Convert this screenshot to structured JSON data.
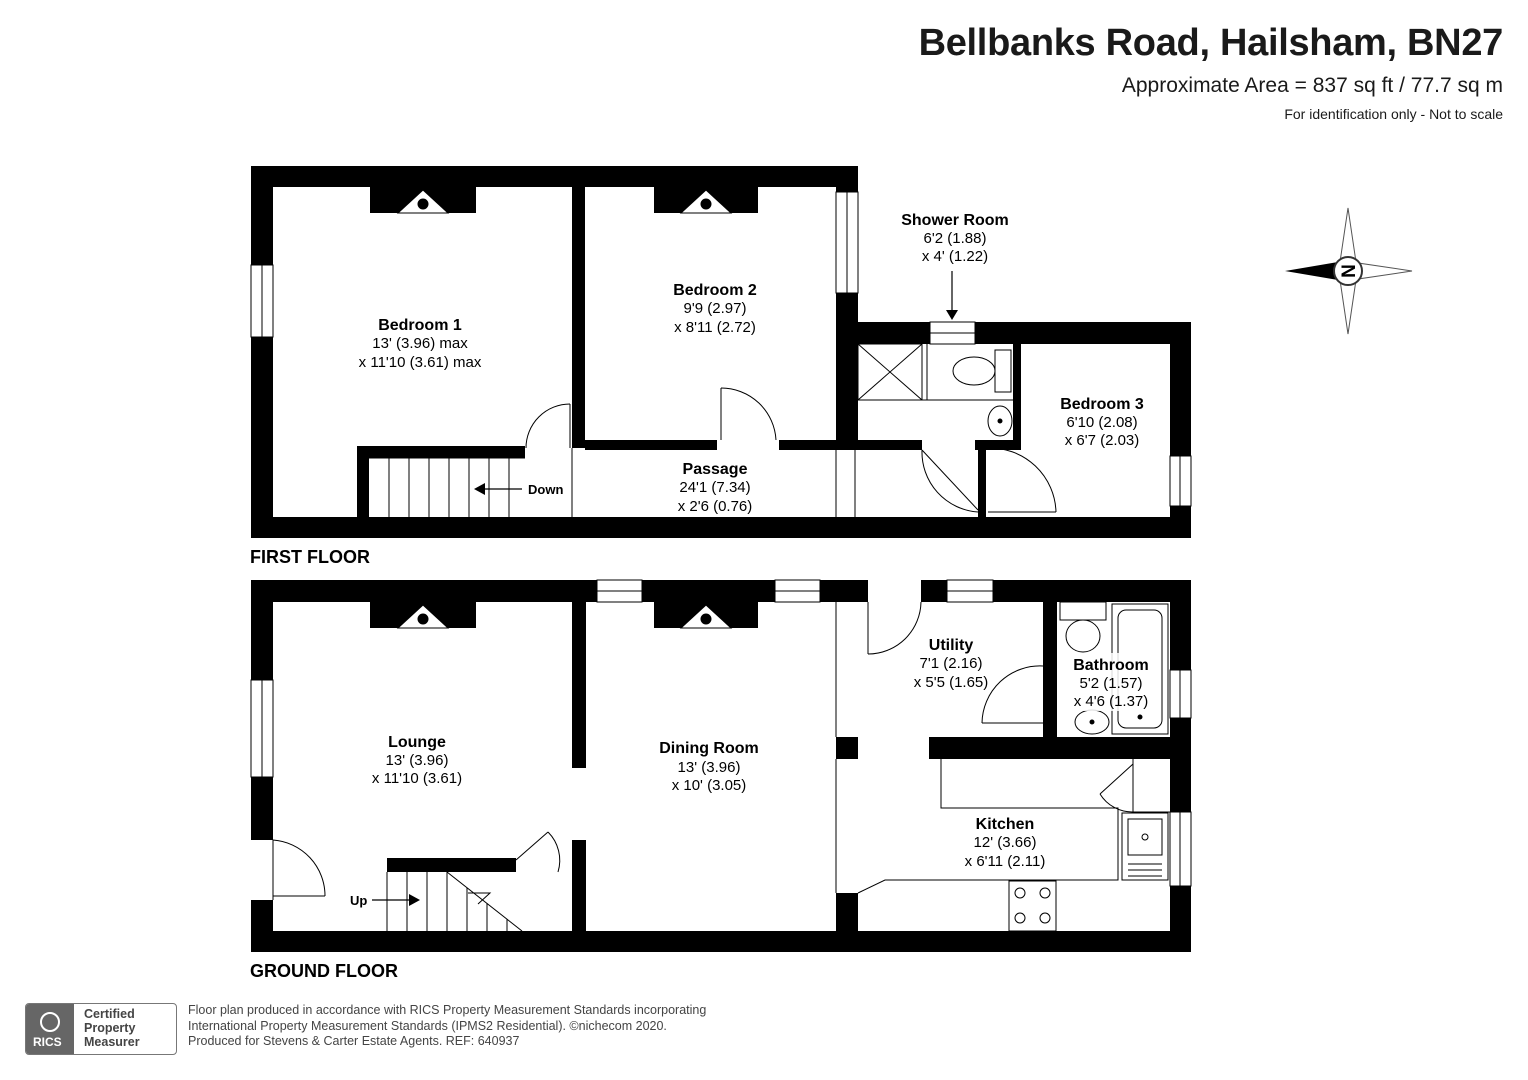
{
  "header": {
    "title": "Bellbanks Road, Hailsham, BN27",
    "area": "Approximate Area = 837 sq ft / 77.7 sq m",
    "note": "For identification only - Not to scale"
  },
  "compass": {
    "label": "N"
  },
  "floors": {
    "first": {
      "label": "FIRST FLOOR",
      "rooms": {
        "bedroom1": {
          "name": "Bedroom 1",
          "dim1": "13' (3.96) max",
          "dim2": "x 11'10 (3.61) max"
        },
        "bedroom2": {
          "name": "Bedroom 2",
          "dim1": "9'9 (2.97)",
          "dim2": "x 8'11 (2.72)"
        },
        "shower": {
          "name": "Shower Room",
          "dim1": "6'2 (1.88)",
          "dim2": "x 4' (1.22)"
        },
        "bedroom3": {
          "name": "Bedroom 3",
          "dim1": "6'10 (2.08)",
          "dim2": "x 6'7 (2.03)"
        },
        "passage": {
          "name": "Passage",
          "dim1": "24'1 (7.34)",
          "dim2": "x 2'6 (0.76)"
        }
      },
      "stairs_label": "Down"
    },
    "ground": {
      "label": "GROUND FLOOR",
      "rooms": {
        "lounge": {
          "name": "Lounge",
          "dim1": "13' (3.96)",
          "dim2": "x 11'10 (3.61)"
        },
        "dining": {
          "name": "Dining Room",
          "dim1": "13' (3.96)",
          "dim2": "x 10' (3.05)"
        },
        "utility": {
          "name": "Utility",
          "dim1": "7'1 (2.16)",
          "dim2": "x 5'5 (1.65)"
        },
        "bathroom": {
          "name": "Bathroom",
          "dim1": "5'2 (1.57)",
          "dim2": "x 4'6 (1.37)"
        },
        "kitchen": {
          "name": "Kitchen",
          "dim1": "12' (3.66)",
          "dim2": "x 6'11 (2.11)"
        }
      },
      "stairs_label": "Up"
    }
  },
  "footer": {
    "badge_line1": "Certified",
    "badge_line2": "Property",
    "badge_line3": "Measurer",
    "rics": "RICS",
    "line1": "Floor plan produced in accordance with RICS Property Measurement Standards incorporating",
    "line2": "International Property Measurement Standards (IPMS2 Residential).  ©nichecom 2020.",
    "line3": "Produced for Stevens & Carter Estate Agents.   REF: 640937"
  }
}
